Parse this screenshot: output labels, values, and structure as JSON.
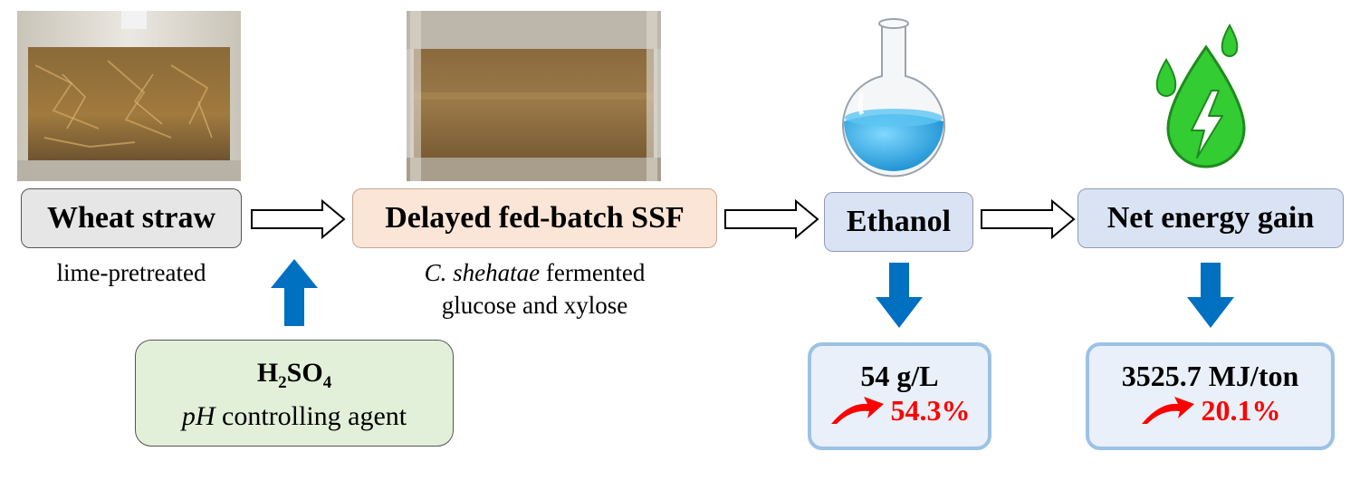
{
  "steps": {
    "wheat_straw": {
      "label": "Wheat straw",
      "caption": "lime-pretreated"
    },
    "ssf": {
      "label": "Delayed fed-batch SSF",
      "caption_italic": "C. shehatae",
      "caption_rest": " fermented",
      "caption_line2": "glucose and xylose"
    },
    "ethanol": {
      "label": "Ethanol"
    },
    "energy": {
      "label": "Net energy gain"
    }
  },
  "acid": {
    "formula_h": "H",
    "formula_sub1": "2",
    "formula_so": "SO",
    "formula_sub2": "4",
    "role_italic": "pH",
    "role_rest": " controlling agent"
  },
  "results": {
    "ethanol": {
      "value": "54 g/L",
      "increase": "54.3%"
    },
    "energy": {
      "value": "3525.7 MJ/ton",
      "increase": "20.1%"
    }
  },
  "colors": {
    "wheat_box": "#e7e6e6",
    "ssf_box": "#fbe5d6",
    "ethanol_box": "#dae3f3",
    "acid_box": "#e2f0d9",
    "result_border": "#9cc2e5",
    "blue_arrow": "#0070c0",
    "increase_red": "#ff0000",
    "drop_green": "#33cc33"
  },
  "icons": [
    "wheat-straw-photo",
    "ssf-slurry-photo",
    "round-flask-icon",
    "energy-drop-icon",
    "lightning-icon",
    "trend-up-arrow-icon"
  ]
}
